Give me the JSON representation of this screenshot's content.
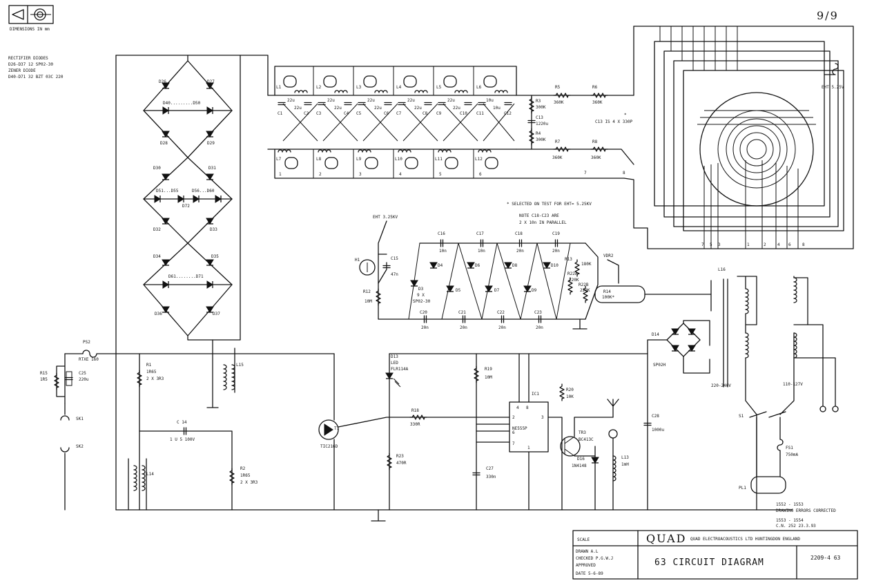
{
  "header": {
    "dimensions_label": "DIMENSIONS IN mm",
    "sheet_mark": "9/9",
    "notes": [
      "RECTIFIER DIODES",
      "D26-D37 12 SP02-30",
      "ZENER DIODE",
      "D40-D71 32 BZT 03C 220"
    ]
  },
  "labels": {
    "diodes_bridge": [
      "D26",
      "D27",
      "D40.........D50",
      "D28",
      "D29",
      "D30",
      "D31",
      "D51...D55",
      "D56...D60",
      "D72",
      "D32",
      "D33",
      "D34",
      "D35",
      "D61........D71",
      "D36",
      "D37"
    ],
    "ladder_top": [
      "L1",
      "L2",
      "L3",
      "L4",
      "L5",
      "L6"
    ],
    "ladder_bottom": [
      "L7",
      "L8",
      "L9",
      "L10",
      "L11",
      "L12"
    ],
    "ladder_caps": [
      "C1",
      "C2",
      "C3",
      "C4",
      "C5",
      "C6",
      "C7",
      "C8",
      "C9",
      "C10",
      "C11",
      "C12"
    ],
    "ladder_values": [
      "22u",
      "22u",
      "22u",
      "22u",
      "22u",
      "22u",
      "22u",
      "22u",
      "22u",
      "22u",
      "10u",
      "10u"
    ],
    "resistors_top": [
      {
        "name": "R3",
        "value": "300K"
      },
      {
        "name": "C13",
        "value": "1220u"
      },
      {
        "name": "R4",
        "value": "300K"
      },
      {
        "name": "R5",
        "value": "360K"
      },
      {
        "name": "R6",
        "value": "360K"
      },
      {
        "name": "R7",
        "value": "360K"
      },
      {
        "name": "R8",
        "value": "360K"
      }
    ],
    "c13_note": "C13 IS 4 X 330P",
    "eht_main": "EHT 5.25V",
    "terminal_numbers": [
      "1",
      "2",
      "3",
      "4",
      "5",
      "6",
      "7",
      "8"
    ],
    "panel_numbers": [
      "7",
      "5",
      "3",
      "1",
      "2",
      "4",
      "6",
      "8"
    ],
    "selected_note": "* SELECTED ON TEST FOR EHT= 5.25KV",
    "note_caps": [
      "NOTE C18-C23 ARE",
      "2 X 10n IN PARALLEL"
    ],
    "eht_small": "EHT 3.25KV",
    "multiplier": {
      "top_caps": [
        "C16",
        "C17",
        "C18",
        "C19"
      ],
      "top_values": [
        "10n",
        "10n",
        "20n",
        "20n"
      ],
      "bottom_caps": [
        "C20",
        "C21",
        "C22",
        "C23"
      ],
      "bottom_values": [
        "20n",
        "20n",
        "20n",
        "20n"
      ],
      "diodes": [
        "D4",
        "D5",
        "D6",
        "D7",
        "D8",
        "D9",
        "D10"
      ],
      "d3": [
        "D3",
        "9 X",
        "SP02-30"
      ],
      "h1": "H1",
      "c15": [
        "C15",
        "47n"
      ],
      "r12": [
        "R12",
        "10M"
      ],
      "r13": [
        "R13",
        "180K"
      ],
      "r22a": [
        "R22A",
        "220K"
      ],
      "r22b": [
        "R22B",
        "220K"
      ],
      "r14": [
        "R14",
        "100K*"
      ],
      "vdr": "VDR2"
    },
    "mains_section": {
      "ps2": [
        "PS2",
        "RTXE 160"
      ],
      "r15": [
        "R15",
        "1R5"
      ],
      "c25": [
        "C25",
        "220u"
      ],
      "sk1": "SK1",
      "sk2": "SK2",
      "r1": [
        "R1",
        "1R65",
        "2 X 3R3"
      ],
      "c14": [
        "C 14",
        "1 U 5 100V"
      ],
      "r2": [
        "R2",
        "1R65",
        "2 X 3R3"
      ],
      "l14": "L14",
      "l15": "L15",
      "t1": [
        "T1",
        "TIC216D"
      ]
    },
    "control": {
      "d13": [
        "D13",
        "LED",
        "FLR114A"
      ],
      "r18": [
        "R18",
        "330R"
      ],
      "r23": [
        "R23",
        "470R"
      ],
      "r19": [
        "R19",
        "10M"
      ],
      "c27": [
        "C27",
        "330n"
      ],
      "ic1": [
        "IC1",
        "NE555P"
      ],
      "ic_pins": [
        "4",
        "8",
        "3",
        "2",
        "6",
        "7",
        "1"
      ],
      "r20": [
        "R20",
        "10K"
      ],
      "tr3": [
        "TR3",
        "BC413C"
      ],
      "d16": [
        "D16",
        "1N4148"
      ],
      "l13": [
        "L13",
        "1mH"
      ],
      "c28": [
        "C28",
        "1000u"
      ]
    },
    "psu": {
      "d14": [
        "D14",
        "SP02H"
      ],
      "l16": "L16",
      "v220": "220-240V",
      "v110": "110-127V",
      "s1": "S1",
      "fs1": [
        "FS1",
        "750mA"
      ],
      "pl1": "PL1"
    },
    "revisions": [
      "1552 - 1553",
      "DRAWING ERRORS CORRECTED",
      "1553 - 1554",
      "C.N. 252 23.3.93"
    ]
  },
  "title_block": {
    "scale": "SCALE",
    "logo": "QUAD",
    "company": "QUAD ELECTROACOUSTICS LTD HUNTINGDON ENGLAND",
    "drawn": "DRAWN  A.L",
    "checked": "CHECKED  P.G.W.J",
    "approved": "APPROVED",
    "date": "DATE  5-6-89",
    "title": "63 CIRCUIT DIAGRAM",
    "drawing_no": "2209-4 63"
  }
}
